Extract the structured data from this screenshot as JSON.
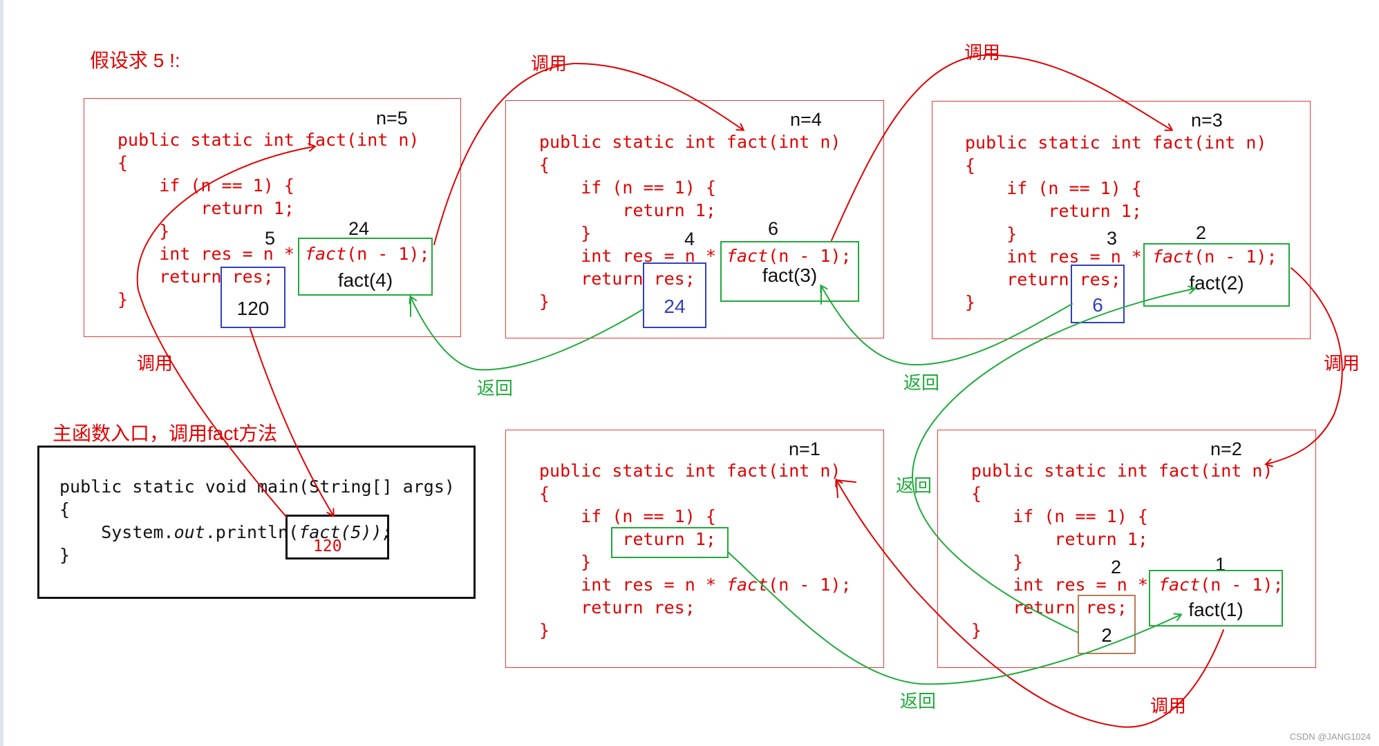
{
  "title": "假设求 5 !:",
  "entry_label": "主函数入口，调用fact方法",
  "labels": {
    "call": "调用",
    "return": "返回"
  },
  "main": {
    "lines": [
      "public static void main(String[] args)",
      "{",
      "    System.",
      "}"
    ],
    "out": "out",
    "println": ".println(",
    "fact5": "fact(5));",
    "result": "120"
  },
  "frames": [
    {
      "n": "n=5",
      "param": "5",
      "call_val": "24",
      "call_text": "fact(4)",
      "res_val": "120",
      "res_color": "#111111"
    },
    {
      "n": "n=4",
      "param": "4",
      "call_val": "6",
      "call_text": "fact(3)",
      "res_val": "24",
      "res_color": "#2f3fc0"
    },
    {
      "n": "n=3",
      "param": "3",
      "call_val": "2",
      "call_text": "fact(2)",
      "res_val": "6",
      "res_color": "#2f3fc0"
    },
    {
      "n": "n=1",
      "param": "",
      "call_val": "",
      "call_text": "",
      "res_val": "",
      "res_color": "#111111"
    },
    {
      "n": "n=2",
      "param": "2",
      "call_val": "1",
      "call_text": "fact(1)",
      "res_val": "2",
      "res_color": "#111111"
    }
  ],
  "code": {
    "l1": "public static int fact(int n)",
    "l2": "{",
    "l3": "    if (n == 1) {",
    "l4": "        return 1;",
    "l5": "    }",
    "l6a": "    int res = n * ",
    "l6b": "fact",
    "l6c": "(n - 1);",
    "l7": "    return res;",
    "l8": "}",
    "return1": "return 1;"
  },
  "watermark": "CSDN @JANG1024",
  "colors": {
    "call": "#e00000",
    "return": "#1faa3a",
    "res_box": "#2f3fc0",
    "res_box_n2": "#b87a55"
  }
}
